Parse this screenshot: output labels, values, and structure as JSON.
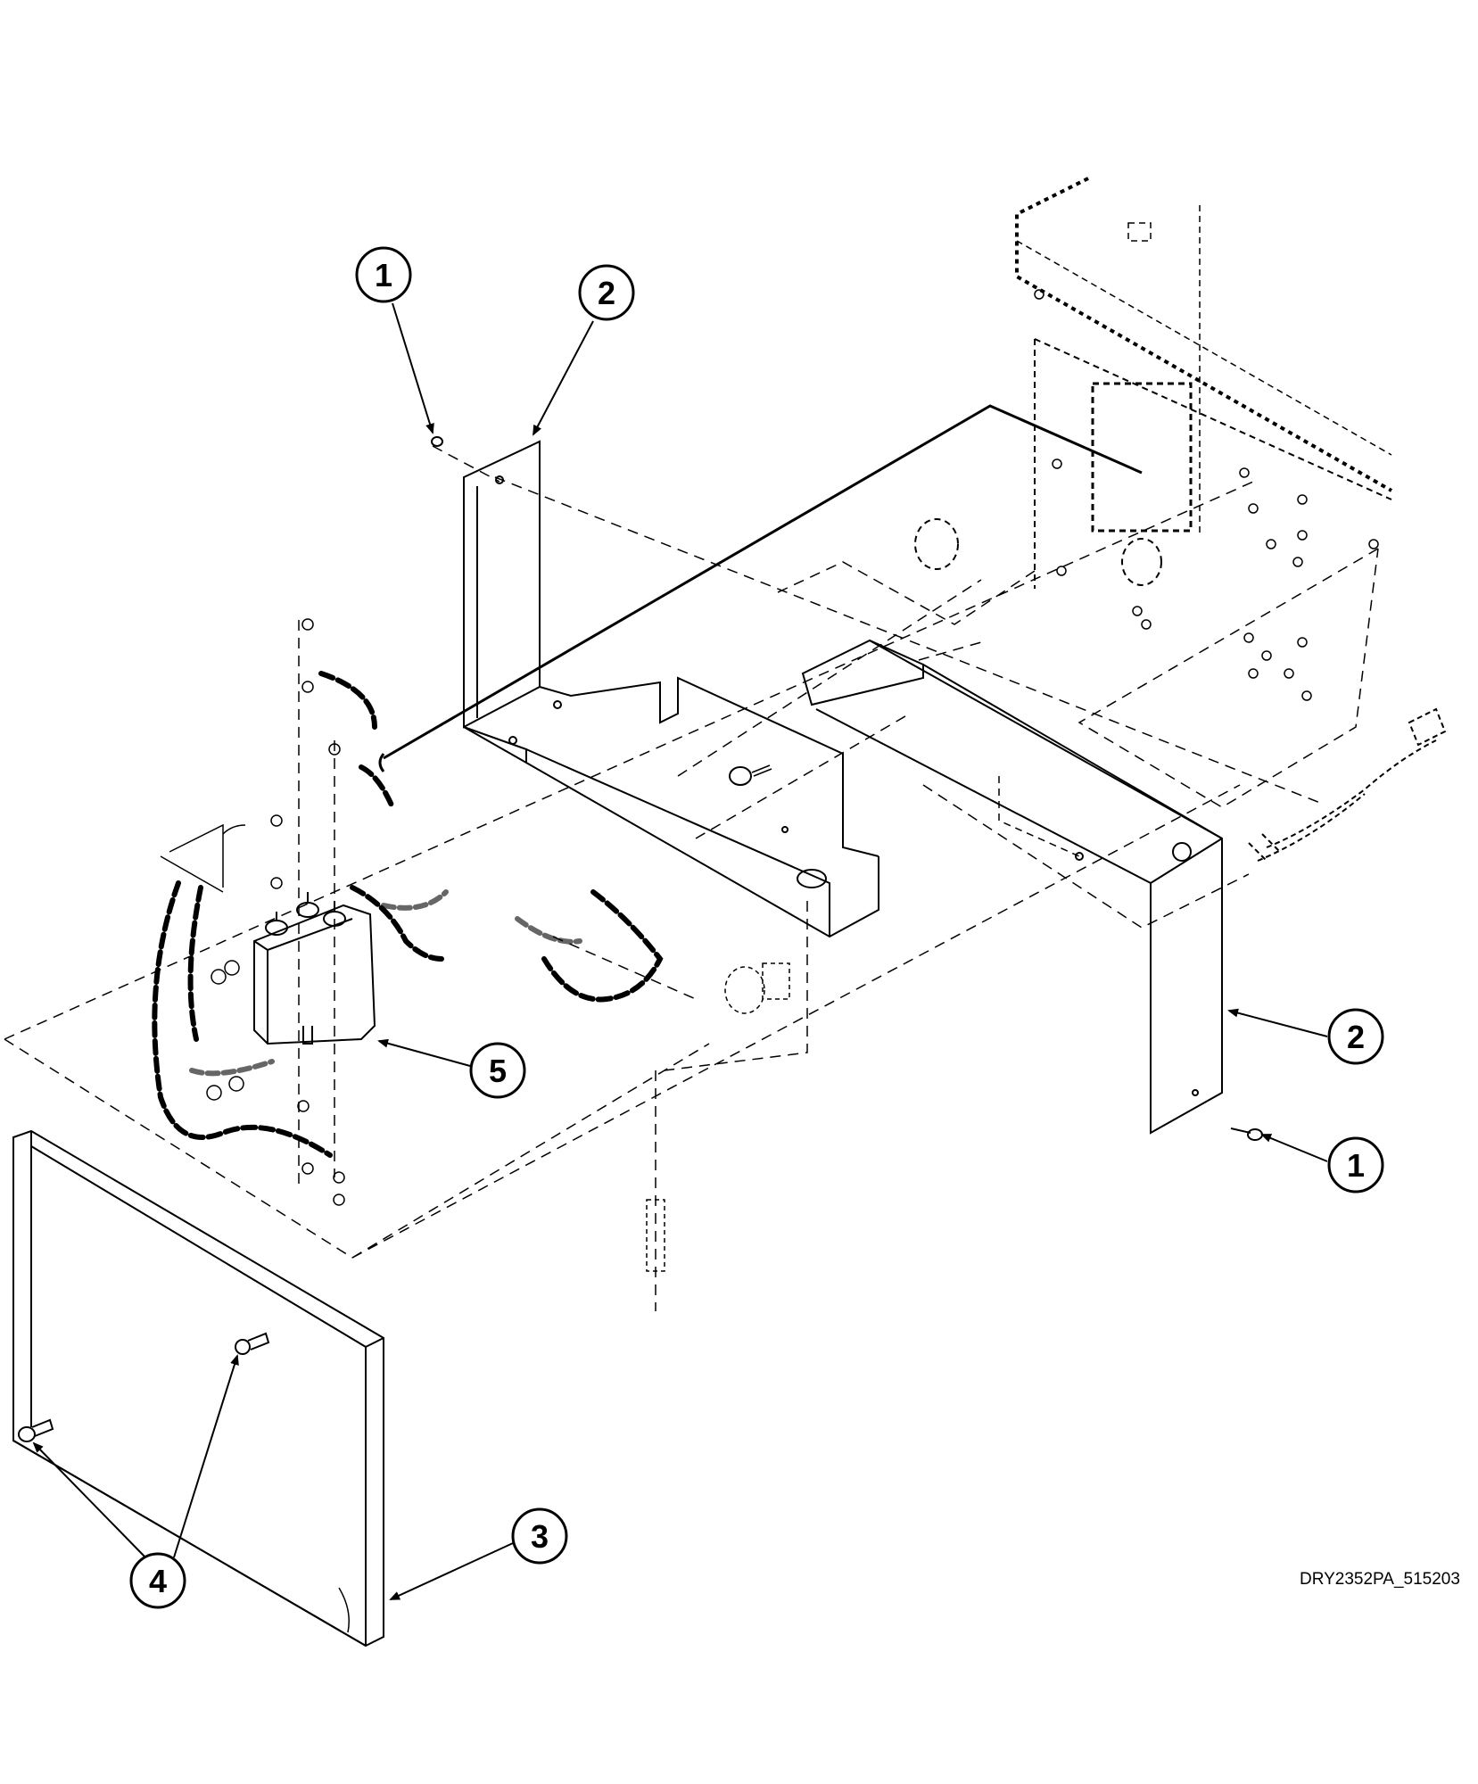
{
  "callouts": [
    {
      "label": "1"
    },
    {
      "label": "2"
    },
    {
      "label": "2"
    },
    {
      "label": "1"
    },
    {
      "label": "5"
    },
    {
      "label": "3"
    },
    {
      "label": "4"
    }
  ],
  "drawing_id": "DRY2352PA_515203"
}
